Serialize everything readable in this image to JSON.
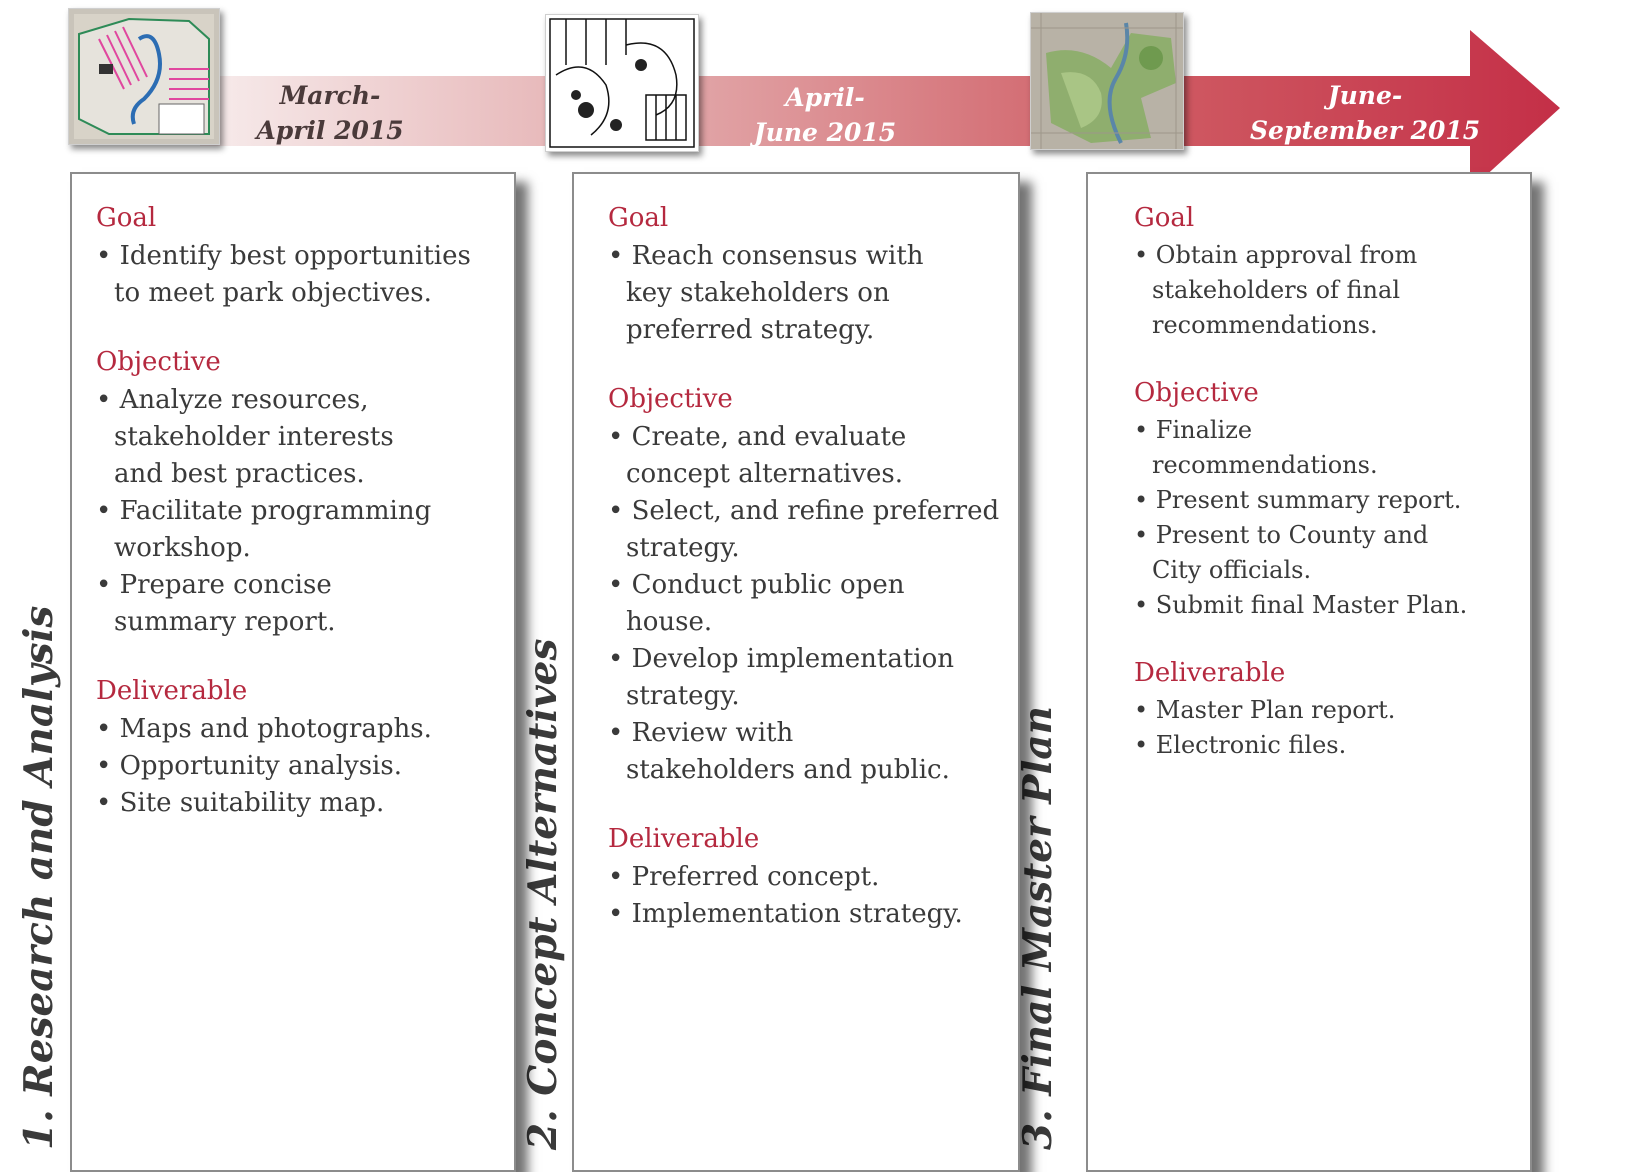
{
  "colors": {
    "accent": "#b5293f",
    "text": "#3a3a3a",
    "arrow_start": "#f4e3e3",
    "arrow_end": "#c42f47"
  },
  "phases": [
    {
      "stage": "1. Research and Analysis",
      "date_lines": [
        "March-",
        "April 2015"
      ],
      "goal_heading": "Goal",
      "goal": [
        [
          "• Identify best opportunities",
          "to meet park objectives."
        ]
      ],
      "objective_heading": "Objective",
      "objective": [
        [
          "• Analyze resources,",
          "stakeholder interests",
          "and best practices."
        ],
        [
          "• Facilitate programming",
          "workshop."
        ],
        [
          "• Prepare concise",
          "summary report."
        ]
      ],
      "deliverable_heading": "Deliverable",
      "deliverable": [
        [
          "• Maps and photographs."
        ],
        [
          "• Opportunity analysis."
        ],
        [
          "• Site suitability map."
        ]
      ]
    },
    {
      "stage": "2. Concept Alternatives",
      "date_lines": [
        "April-",
        "June 2015"
      ],
      "goal_heading": "Goal",
      "goal": [
        [
          "• Reach consensus with",
          "key stakeholders on",
          "preferred strategy."
        ]
      ],
      "objective_heading": "Objective",
      "objective": [
        [
          "• Create, and evaluate",
          "concept alternatives."
        ],
        [
          "• Select, and refine preferred",
          "strategy."
        ],
        [
          "• Conduct public open",
          "house."
        ],
        [
          "• Develop implementation",
          "strategy."
        ],
        [
          "• Review with",
          "stakeholders and public."
        ]
      ],
      "deliverable_heading": "Deliverable",
      "deliverable": [
        [
          "• Preferred concept."
        ],
        [
          "• Implementation strategy."
        ]
      ]
    },
    {
      "stage": "3. Final Master Plan",
      "date_lines": [
        "June-",
        "September 2015"
      ],
      "goal_heading": "Goal",
      "goal": [
        [
          "• Obtain approval from",
          "stakeholders of final",
          "recommendations."
        ]
      ],
      "objective_heading": "Objective",
      "objective": [
        [
          "• Finalize",
          "recommendations."
        ],
        [
          "• Present summary report."
        ],
        [
          "• Present to County and",
          "City officials."
        ],
        [
          "• Submit final Master Plan."
        ]
      ],
      "deliverable_heading": "Deliverable",
      "deliverable": [
        [
          "• Master Plan report."
        ],
        [
          "• Electronic files."
        ]
      ]
    }
  ]
}
